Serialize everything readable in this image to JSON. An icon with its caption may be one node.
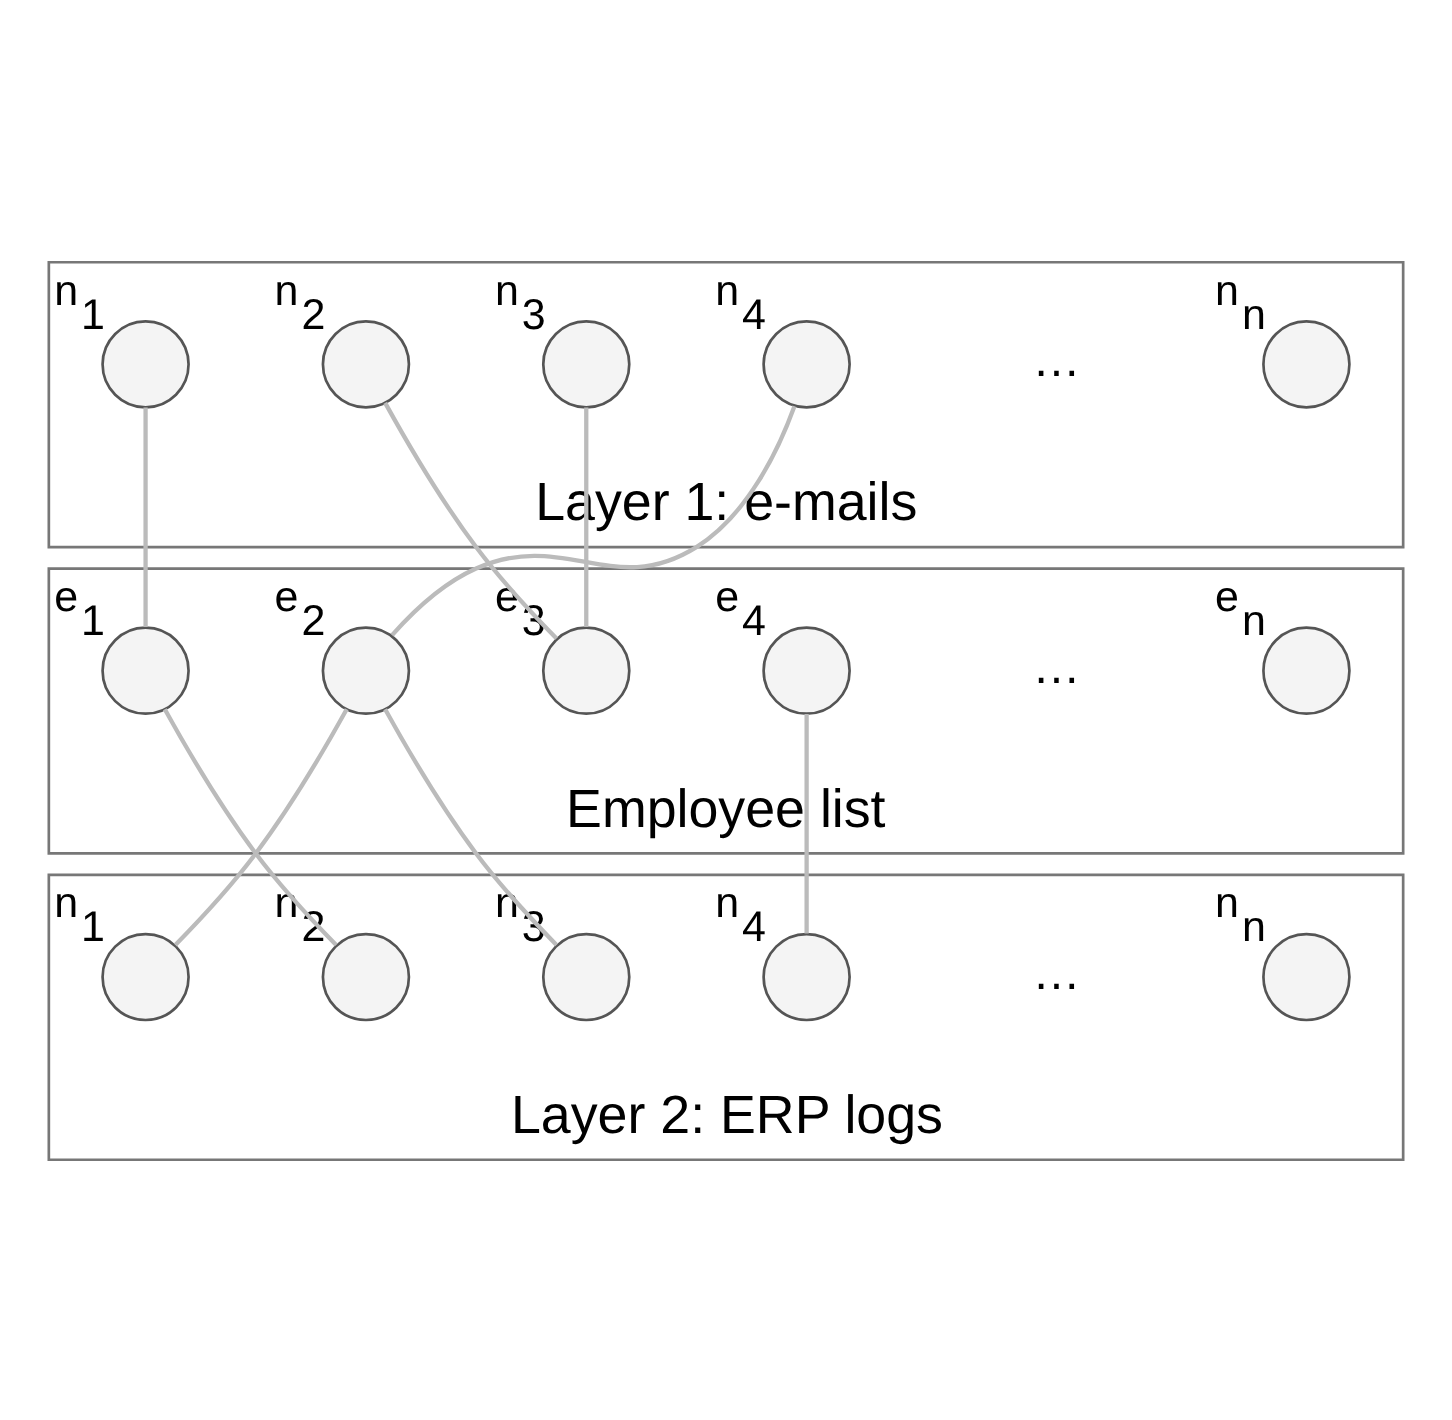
{
  "diagram": {
    "nodes": [
      {
        "text": [
          "Layer 1: e-mails"
        ]
      },
      {
        "text": [],
        "shape": "circle",
        "beside": [
          "n$_{1}$"
        ],
        "in": 0
      },
      {
        "text": [],
        "shape": "circle",
        "beside": [
          "n$_{2}$"
        ],
        "in": 0
      },
      {
        "text": [],
        "shape": "circle",
        "beside": [
          "n$_{3}$"
        ],
        "in": 0
      },
      {
        "text": [],
        "shape": "circle",
        "beside": [
          "n$_{4}$"
        ],
        "in": 0
      },
      {
        "text": [],
        "shape": "circle",
        "beside": [
          "n$_{n}$"
        ],
        "in": 0
      },
      {
        "text": [
          "Employee list"
        ]
      },
      {
        "text": [],
        "shape": "circle",
        "beside": [
          "e$_{1}$"
        ],
        "in": 6
      },
      {
        "text": [],
        "shape": "circle",
        "beside": [
          "e$_{2}$"
        ],
        "in": 6
      },
      {
        "text": [],
        "shape": "circle",
        "beside": [
          "e$_{3}$"
        ],
        "in": 6
      },
      {
        "text": [],
        "shape": "circle",
        "beside": [
          "e$_{4}$"
        ],
        "in": 6
      },
      {
        "text": [],
        "shape": "circle",
        "beside": [
          "e$_{n}$"
        ],
        "in": 6
      },
      {
        "text": [
          "Layer 2: ERP logs"
        ]
      },
      {
        "text": [],
        "shape": "circle",
        "beside": [
          "n$_{1}$"
        ],
        "in": 12
      },
      {
        "text": [],
        "shape": "circle",
        "beside": [
          "n$_{2}$"
        ],
        "in": 12
      },
      {
        "text": [],
        "shape": "circle",
        "beside": [
          "n$_{3}$"
        ],
        "in": 12
      },
      {
        "text": [],
        "shape": "circle",
        "beside": [
          "n$_{4}$"
        ],
        "in": 12
      },
      {
        "text": [],
        "shape": "circle",
        "beside": [
          "n$_{n}$"
        ],
        "in": 12
      }
    ],
    "edges": [
      {
        "from": 1,
        "to": 7,
        "arrow": "none"
      },
      {
        "from": 2,
        "to": 9,
        "arrow": "none"
      },
      {
        "from": 3,
        "to": 9,
        "arrow": "none"
      },
      {
        "from": 4,
        "to": 8,
        "arrow": "none"
      },
      {
        "from": 8,
        "to": 13,
        "arrow": "none"
      },
      {
        "from": 7,
        "to": 14,
        "arrow": "none"
      },
      {
        "from": 8,
        "to": 15,
        "arrow": "none"
      },
      {
        "from": 10,
        "to": 16,
        "arrow": "none"
      }
    ],
    "labels": [
      "…",
      "…",
      "…"
    ]
  }
}
